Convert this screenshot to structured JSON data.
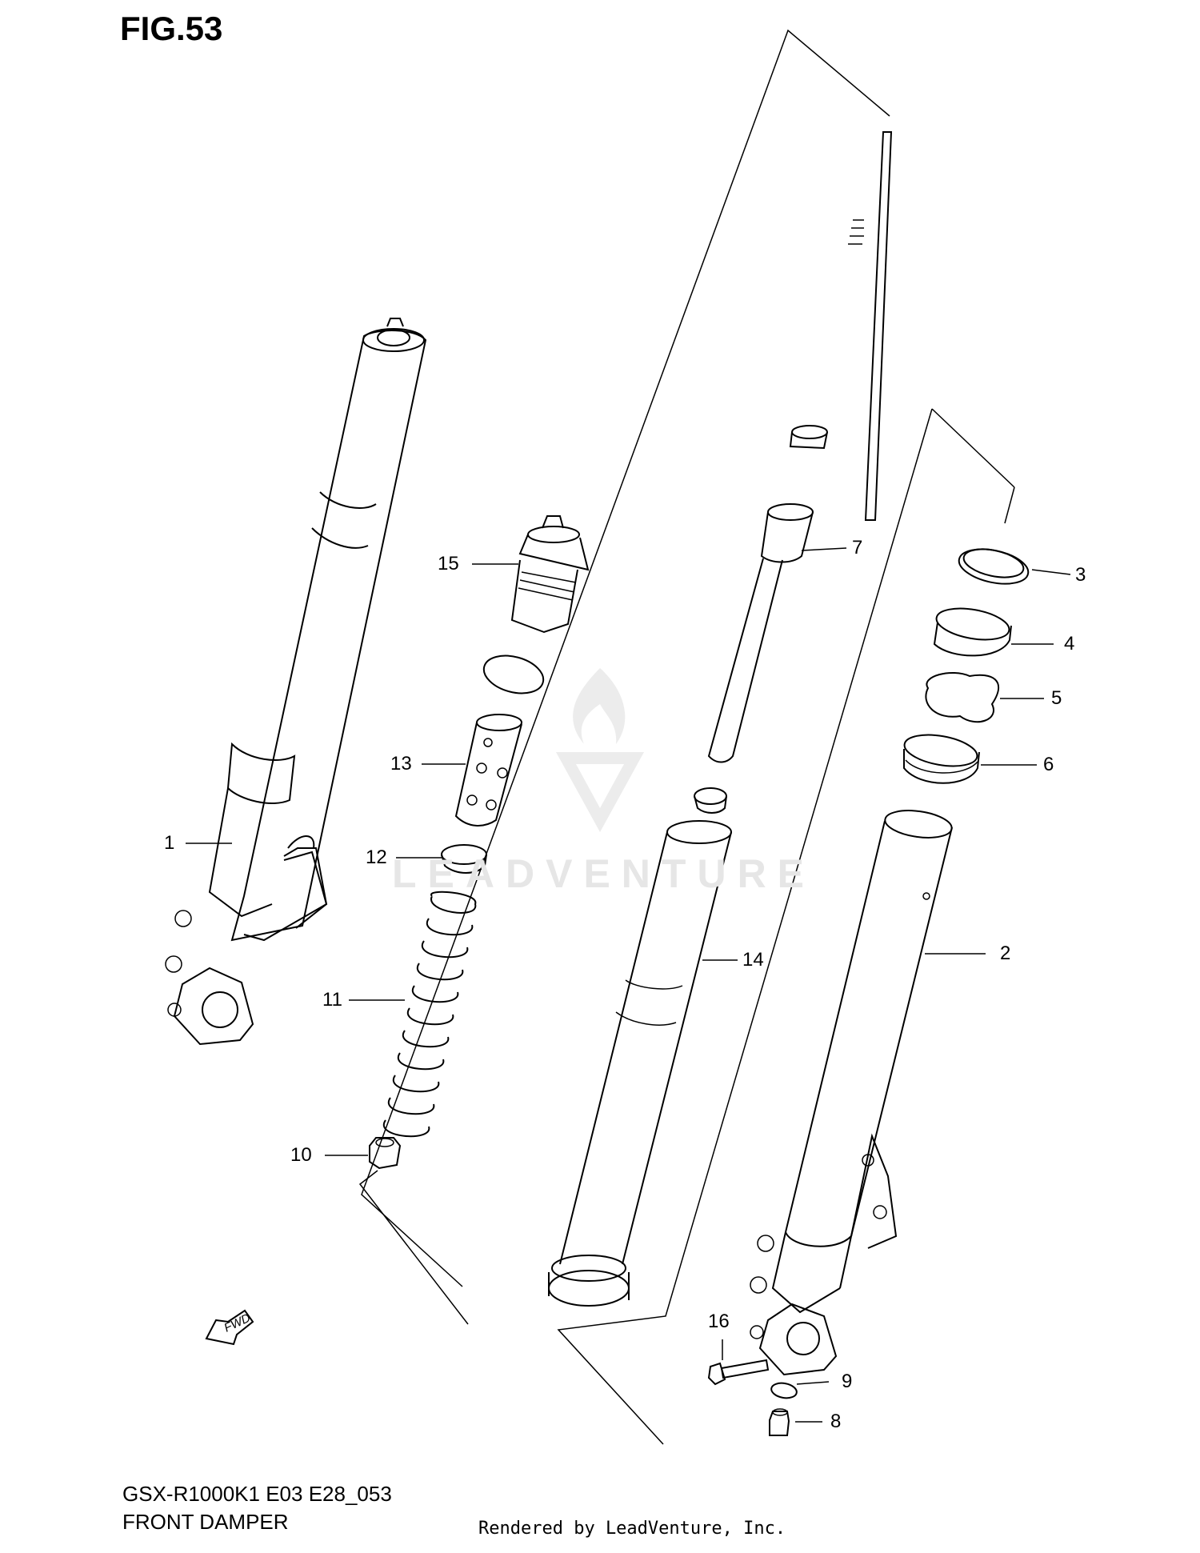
{
  "figure": {
    "title": "FIG.53"
  },
  "callouts": [
    {
      "id": "1",
      "label": "1"
    },
    {
      "id": "2",
      "label": "2"
    },
    {
      "id": "3",
      "label": "3"
    },
    {
      "id": "4",
      "label": "4"
    },
    {
      "id": "5",
      "label": "5"
    },
    {
      "id": "6",
      "label": "6"
    },
    {
      "id": "7",
      "label": "7"
    },
    {
      "id": "8",
      "label": "8"
    },
    {
      "id": "9",
      "label": "9"
    },
    {
      "id": "10",
      "label": "10"
    },
    {
      "id": "11",
      "label": "11"
    },
    {
      "id": "12",
      "label": "12"
    },
    {
      "id": "13",
      "label": "13"
    },
    {
      "id": "14",
      "label": "14"
    },
    {
      "id": "15",
      "label": "15"
    },
    {
      "id": "16",
      "label": "16"
    }
  ],
  "direction_marker": {
    "label": "FWD",
    "icon": "fwd-arrow-icon"
  },
  "footer": {
    "model_code": "GSX-R1000K1 E03 E28_053",
    "section_name": "FRONT DAMPER",
    "credit": "Rendered by LeadVenture, Inc."
  },
  "watermark": {
    "text": "LEADVENTURE",
    "icon": "flame-logo-icon"
  }
}
